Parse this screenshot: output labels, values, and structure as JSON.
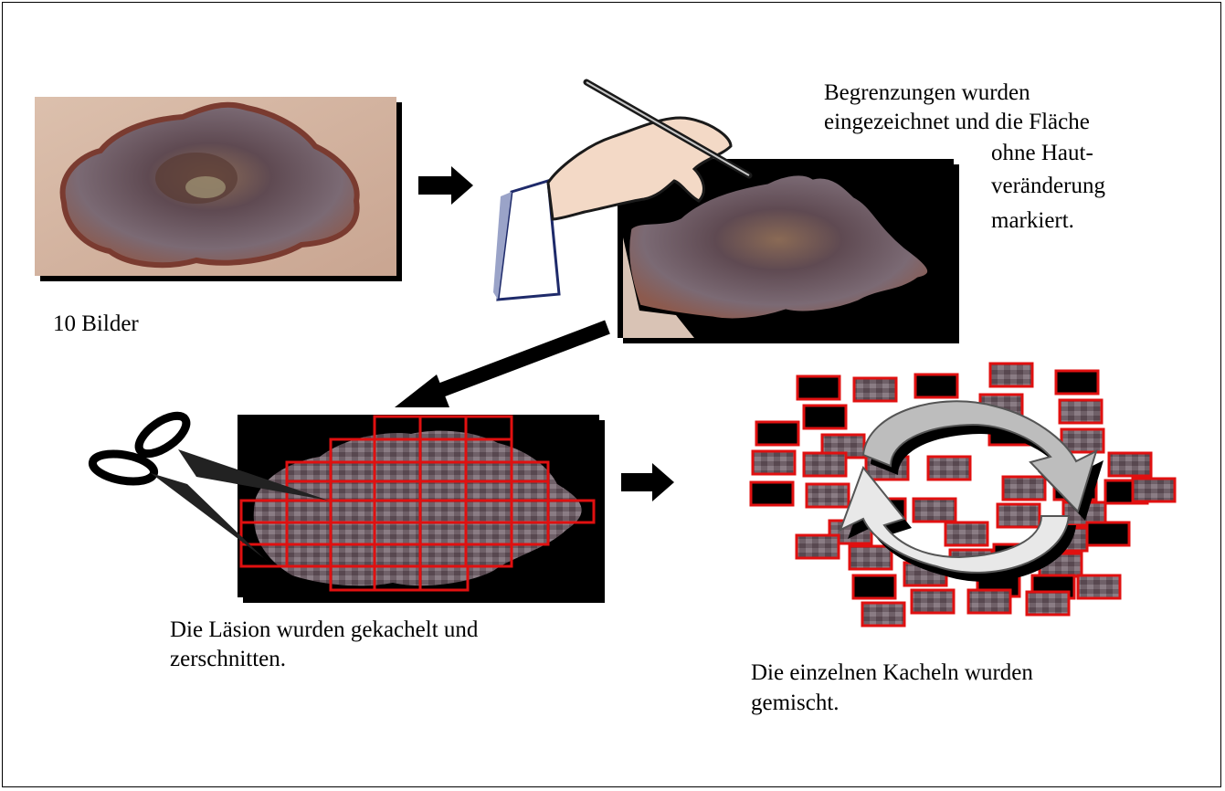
{
  "diagram": {
    "step1": {
      "caption": "10 Bilder"
    },
    "step2": {
      "caption_line1": "Begrenzungen wurden",
      "caption_line2": "eingezeichnet und die Fläche",
      "caption_line3": "ohne Haut-",
      "caption_line4": "veränderung",
      "caption_line5": "markiert."
    },
    "step3": {
      "caption_line1": "Die Läsion wurden gekachelt und",
      "caption_line2": "zerschnitten."
    },
    "step4": {
      "caption_line1": "Die einzelnen Kacheln wurden",
      "caption_line2": "gemischt."
    },
    "colors": {
      "lesion_dark": "#5a4a52",
      "lesion_mid": "#7d6a72",
      "skin": "#d9b9a6",
      "grid_red": "#e01010",
      "cycle_gray": "#bdbdbd"
    }
  }
}
